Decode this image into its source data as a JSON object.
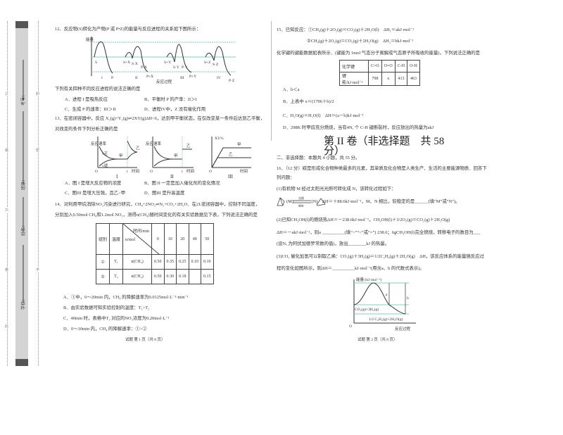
{
  "binding": {
    "labels": [
      "学校：",
      "姓名：",
      "班级：",
      "考号："
    ],
    "seal_chars_left": [
      "此",
      "卷",
      "只",
      "装",
      "订"
    ],
    "seal_chars_right": [
      "不",
      "密",
      "封"
    ]
  },
  "page1": {
    "q12": {
      "stem": "12．反应物(S)转化为产物(P 或 P•Z)的能量与反应进程的关系如下图所示：",
      "diagram": {
        "ylabel": "能量",
        "xlabel": "反应过程",
        "labels": [
          "S",
          "P",
          "S+X",
          "S·X",
          "P·X",
          "P+X",
          "S+Y",
          "S·Y",
          "P·Y",
          "P+Y",
          "S+Z",
          "S·Z",
          "P·Z",
          "I",
          "II",
          "III",
          "IV"
        ]
      },
      "prompt": "下列有关四种不同反应进程的说法正确的是",
      "options": [
        "A．进程 I 是吸热反应",
        "B．平衡时 P 的产率：II＞I",
        "C．生成 P 的速率：III＞II",
        "D．进程IV中，Z 没有催化作用"
      ]
    },
    "q13": {
      "stem": "13．在密闭容器中，反应 X₂(g)+Y₂(g)⇌2XY(g)ΔH<0，达到甲平衡状态，在仅改变某一条件后达到乙平衡，",
      "stem2": "对改变的条件下列分析正确的是",
      "graphs": {
        "ylabel": "反应速率",
        "xlabel": "时间",
        "origin": "O",
        "t": "t",
        "v_pos": "v正",
        "v_neg": "v逆",
        "jia": "甲",
        "yi": "乙",
        "names": [
          "I",
          "II",
          "III"
        ],
        "xy_label": "XY%"
      },
      "options": [
        "A．图 I 是增大反应物的浓度",
        "B．图 II 一定是加入催化剂的变化情况",
        "C．图III 是增大压强，且乙>甲",
        "D．图III 是升高温度"
      ]
    },
    "q14": {
      "stem": "14．对利用甲烷消除NO₂污染进行研究，CH₄+2NO₂⇌N₂+CO₂+2H₂O．在2L密闭容器中，控制不同温度，",
      "stem2": "分别加入0.50mol CH₄和1.2mol NO₂，测得n(CH₄)随时间变化的有关实验数据见下表，下列说法正确的是",
      "table": {
        "headers": [
          "组别",
          "温度",
          "时间/min",
          "n/mol",
          "0",
          "10",
          "20",
          "40",
          "50"
        ],
        "rows": [
          [
            "①",
            "T₁",
            "n(CH₄)",
            "0.50",
            "0.35",
            "0.25",
            "0.10",
            "0.10"
          ],
          [
            "②",
            "T₂",
            "n(CH₄)",
            "0.50",
            "0.30",
            "0.18",
            "",
            "0.15"
          ]
        ]
      },
      "options": [
        "A．①中，0～20min 内，CH₄ 的降解速率为0.0125mol·L⁻¹·min⁻¹",
        "B．由实验数据可知实验控制的温度：T₁>T₂",
        "C．40min 时，表格中T₂ 对应的NO₂浓度为0.20mol·L⁻¹",
        "D．0～10min 内，CH₄ 的降解速率：①>②"
      ]
    },
    "footer": "试题 第 1 页（共 8 页）"
  },
  "page2": {
    "q15": {
      "line1": "15．已知反应：①CH₄(g)＋2O₂(g)＝CO₂(g)＋2H₂O(l)　ΔH₁＝akJ·mol⁻¹",
      "line2": "②CH₄(g)＋2O₂(g)＝CO₂(g)＋2H₂O(g)　ΔH₂＝bkJ·mol⁻¹",
      "line3": "化学键的键能数据如表所示．(键能为 1mol 气态分子离解成气态原子所吸收的能量)，下列说法正确的是",
      "table": {
        "headers": [
          "化学键",
          "C=O",
          "O=O",
          "C-H",
          "O-H"
        ],
        "row": [
          "键能/kJ·mol⁻¹",
          "798",
          "x",
          "413",
          "463"
        ]
      },
      "options": [
        "A．b＜a",
        "B．上表中 x＝(1796＋b)/2",
        "C．H₂O(g)＝H₂O(l)　ΔH＝(a－b)kJ·mol⁻¹",
        "D．298K 时甲烷充分燃烧，当有4Nₐ 个 C-H 键断裂时，反应放出的热量为akJ"
      ]
    },
    "section_title_1": "第 II 卷（非选择题　共 58",
    "section_title_2": "分）",
    "section_note": "二、非选择题：本题共 4 小题，共 55 分。",
    "q16": {
      "stem": "16．（12 分）碳是形成化合物种类最多的元素，其单质及化合物是人类生产、生活的主要能源物质．回答下",
      "stem2": "列问题：",
      "p1": "(1)有机物 M 经过太阳光光照可转化成 N，该转化过程如下：",
      "p1_eq": "(M)　　　　(N)　ΔH＝＋88.6kJ·mol⁻¹，M、N 相比，较稳定的是______(填“M”或“N”)。",
      "arrow_top": "光照",
      "arrow_bottom": "暗处",
      "p2a": "(2)已知CH₃OH(l)的燃烧热ΔH＝－238.6kJ·mol⁻¹，CH₃OH(l)＋3/2O₂(g)＝CO₂(g)＋2H₂O(g)",
      "p2b": "ΔH＝－akJ·mol⁻¹，则a __________(填“>”“<”或“=”) 238.6；6gCH₃OH(l)完全燃烧，转移电子的数目为___",
      "p2c": "(设Nₐ 为阿伏加德罗常数的值)，放出________kJ 的热量。",
      "p3a": "(3)CO₂ 催化加氢可以制取乙烯：CO₂(g)＋3H₂(g)＝1/2C₂H₄(g)＋2H₂O(g)　ΔH，该反应体系的能量随反应过",
      "p3b": "程的变化如图所示，则ΔH＝__________kJ·mol⁻¹(用含a、b 的代数式表示)。",
      "diagram": {
        "ylabel": "能量/(kJ·mol⁻¹)",
        "xlabel": "反应过程",
        "origin": "O",
        "a": "a",
        "b": "b",
        "reactants": "CO₂(g)+3H₂(g)",
        "products": "1/2 C₂H₄(g)+2H₂O(g)"
      }
    },
    "footer": "试题 第 2 页（共 8 页）"
  },
  "colors": {
    "guide_line": "#7fd1c0",
    "binding_strip": "#d4d4d4"
  }
}
